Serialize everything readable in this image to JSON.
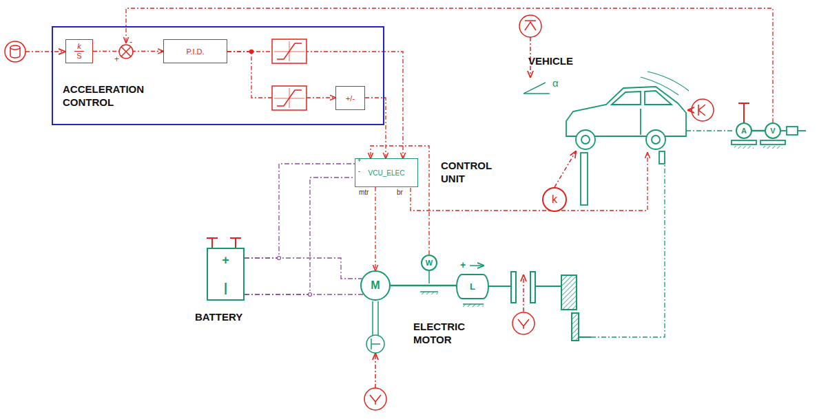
{
  "diagram": {
    "nodes": [
      {
        "text": [
          "ACCELERATION CONTROL"
        ]
      },
      {
        "text": [
          "k",
          "S"
        ],
        "in": 0
      },
      {
        "text": [
          "P.I.D."
        ],
        "in": 0
      },
      {
        "text": [
          "+/-"
        ],
        "in": 0
      },
      {
        "text": [
          "VCU_ELEC"
        ]
      },
      {
        "text": [
          "+",
          "|"
        ]
      },
      {
        "text": [
          "M"
        ]
      },
      {
        "text": [
          "W"
        ]
      },
      {
        "text": [
          "L"
        ]
      },
      {
        "text": [
          "A"
        ]
      },
      {
        "text": [
          "V"
        ]
      },
      {
        "text": [
          "k"
        ]
      }
    ],
    "edges": [
      {
        "from": 1,
        "to": 2,
        "arrow": "to"
      },
      {
        "from": 2,
        "to": 4,
        "arrow": "to"
      },
      {
        "from": 2,
        "to": 3,
        "arrow": "to"
      },
      {
        "from": 3,
        "to": 4,
        "arrow": "to"
      },
      {
        "from": 7,
        "to": 4,
        "arrow": "to"
      },
      {
        "from": 4,
        "to": 6,
        "arrow": "to"
      },
      {
        "from": 5,
        "to": 6,
        "arrow": "none"
      },
      {
        "from": 5,
        "to": 6,
        "arrow": "none"
      },
      {
        "from": 5,
        "to": 4,
        "arrow": "none"
      },
      {
        "from": 5,
        "to": 4,
        "arrow": "none"
      },
      {
        "from": 6,
        "to": 8,
        "arrow": "none"
      },
      {
        "from": 9,
        "to": 10,
        "arrow": "none"
      }
    ],
    "labels": [
      "-",
      "+",
      "+",
      "-",
      "mtr",
      "br",
      "CONTROL UNIT",
      "VEHICLE",
      "BATTERY",
      "ELECTRIC MOTOR",
      "α",
      "+"
    ]
  }
}
